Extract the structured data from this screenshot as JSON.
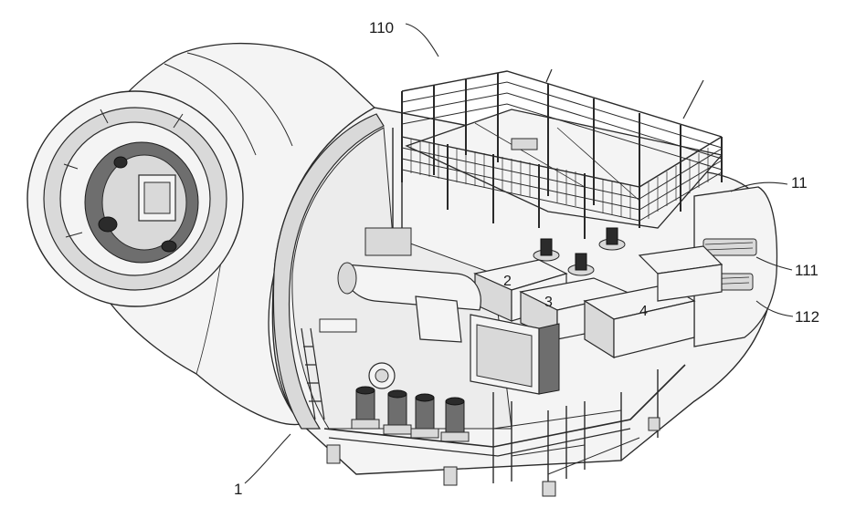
{
  "figure": {
    "labels": {
      "ref_110": "110",
      "ref_11": "11",
      "ref_111": "111",
      "ref_112": "112",
      "ref_1": "1",
      "ref_2": "2",
      "ref_3": "3",
      "ref_4": "4"
    }
  }
}
